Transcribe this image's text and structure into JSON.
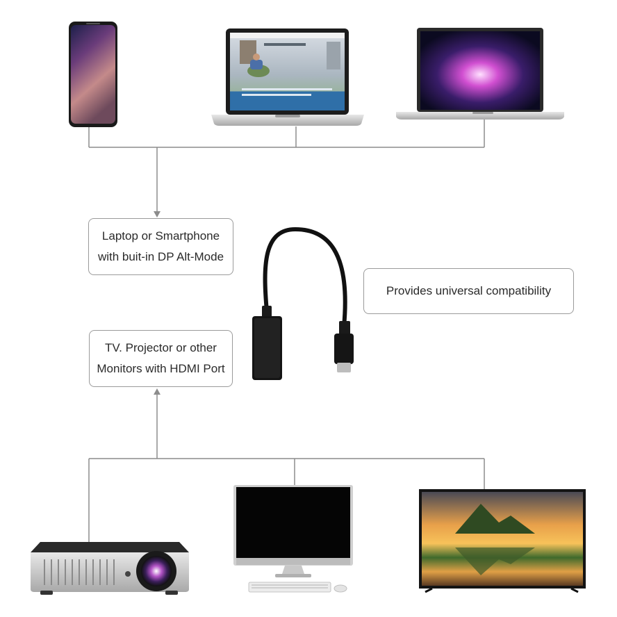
{
  "labels": {
    "source_line1": "Laptop or Smartphone",
    "source_line2": "with buit-in DP Alt-Mode",
    "compat": "Provides universal compatibility",
    "target_line1": "TV. Projector or other",
    "target_line2": "Monitors with HDMI Port"
  },
  "source_devices": [
    "smartphone-icon",
    "macbook-icon",
    "laptop-icon"
  ],
  "target_devices": [
    "projector-icon",
    "monitor-icon",
    "tv-icon"
  ],
  "adapter": "usb-c-to-hdmi-adapter-icon",
  "colors": {
    "line": "#8c8c8c",
    "box_border": "#9a9a9a",
    "text": "#2a2a2a"
  }
}
